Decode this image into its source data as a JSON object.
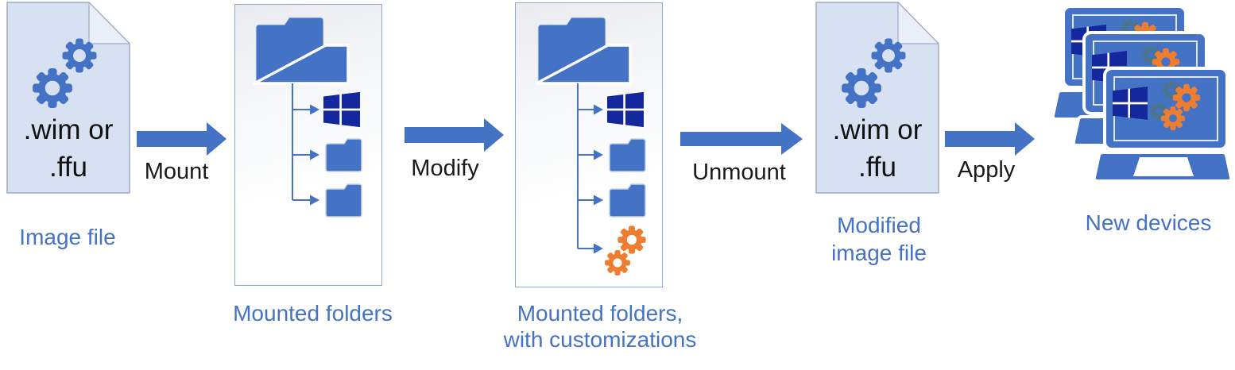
{
  "nodes": {
    "image_file": {
      "file_label_line1": ".wim or",
      "file_label_line2": ".ffu",
      "caption": "Image file"
    },
    "mounted_folders": {
      "caption": "Mounted folders"
    },
    "mounted_folders_customized": {
      "caption_line1": "Mounted folders,",
      "caption_line2": "with customizations"
    },
    "modified_image_file": {
      "file_label_line1": ".wim or",
      "file_label_line2": ".ffu",
      "caption_line1": "Modified",
      "caption_line2": "image file"
    },
    "new_devices": {
      "caption": "New devices"
    }
  },
  "arrows": [
    {
      "label": "Mount"
    },
    {
      "label": "Modify"
    },
    {
      "label": "Unmount"
    },
    {
      "label": "Apply"
    }
  ],
  "icons": {
    "gear": "gear-icon",
    "windows_logo": "windows-logo-icon",
    "open_folder": "open-folder-icon",
    "closed_folder": "folder-icon",
    "file": "file-icon",
    "laptop": "laptop-icon",
    "block_arrow": "right-arrow-icon"
  },
  "colors": {
    "blue": "#4472C4",
    "navy": "#14289E",
    "orange": "#ED7D31",
    "teal": "#4A7590",
    "file-fill": "#D7E1F1",
    "file-border": "#9DABC2",
    "box-border": "#8FA9C8",
    "caption-text": "#4472C4",
    "arrow-label-text": "#1A1A1A",
    "file-text": "#111111"
  }
}
